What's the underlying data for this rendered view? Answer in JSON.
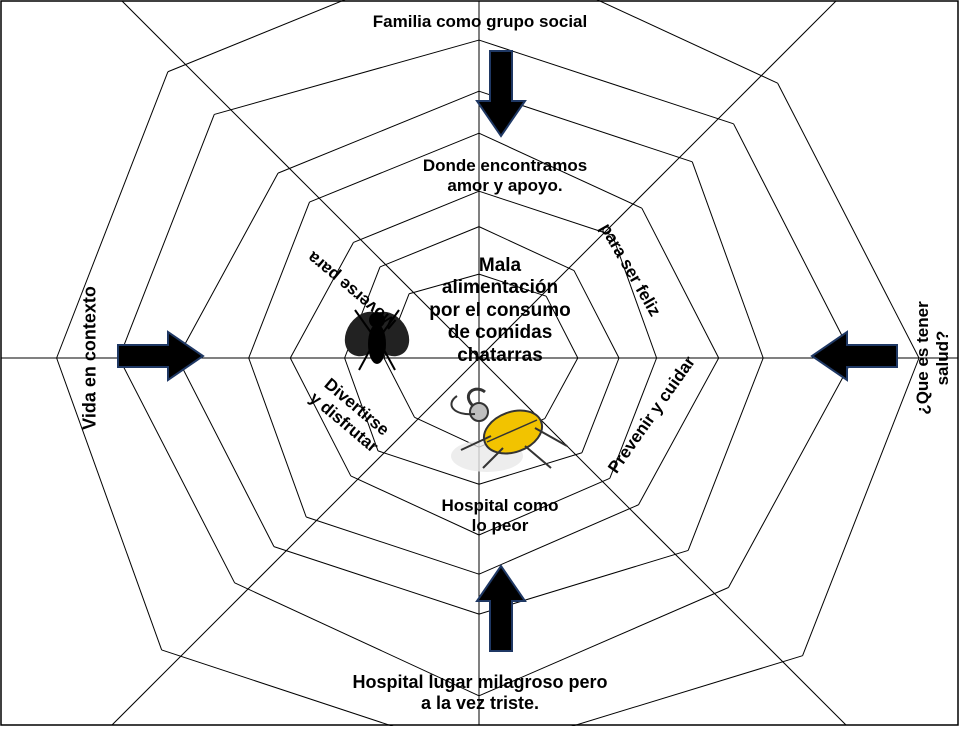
{
  "labels": {
    "top": "Familia como grupo social",
    "left": "Vida en contexto",
    "right": "¿Que es tener\nsalud?",
    "bottom": "Hospital lugar milagroso pero\na la vez triste.",
    "inner_top": "Donde encontramos\namor y apoyo.",
    "center": "Mala\nalimentación\npor el consumo\nde comidas\nchatarras",
    "inner_upper_left": "Moverse para",
    "inner_upper_right": "para ser feliz",
    "inner_lower_left": "Divertirse\ny disfrutar",
    "inner_lower_right": "Prevenir y cuidar",
    "inner_bottom": "Hospital como\nlo peor"
  },
  "icons": {
    "fly": "fly-icon",
    "beetle": "beetle-icon",
    "arrows": "block-arrow-icon"
  },
  "colors": {
    "web_line": "#000000",
    "arrow_fill": "#000000",
    "arrow_outline": "#1f3864",
    "beetle_body": "#f2c300"
  }
}
